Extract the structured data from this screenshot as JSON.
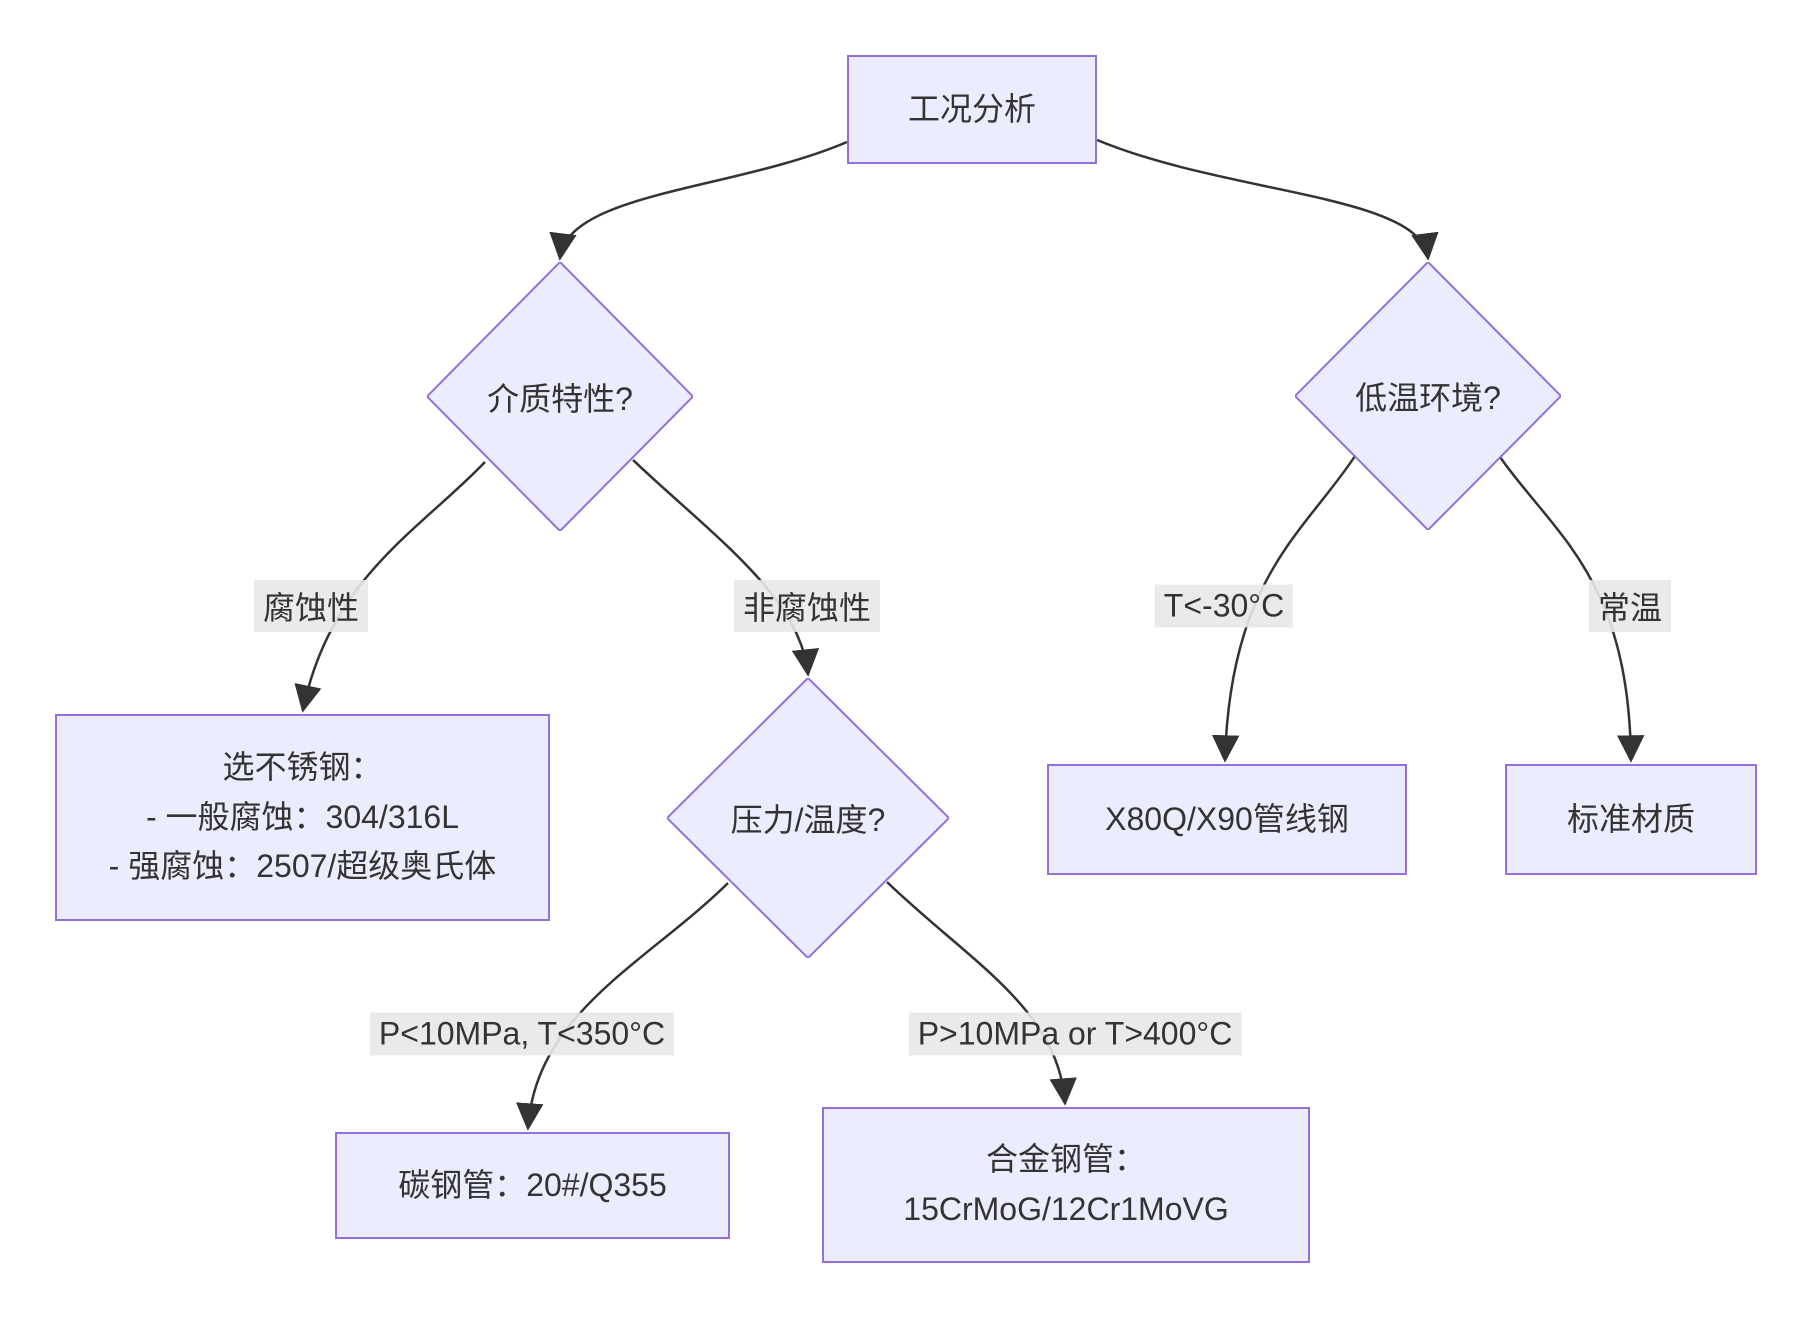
{
  "diagram": {
    "type": "flowchart",
    "direction": "top-down"
  },
  "nodes": {
    "analysis": {
      "label": "工况分析",
      "shape": "rect"
    },
    "medium": {
      "label": "介质特性?",
      "shape": "diamond"
    },
    "low_temp_env": {
      "label": "低温环境?",
      "shape": "diamond"
    },
    "pressure_temp": {
      "label": "压力/温度?",
      "shape": "diamond"
    },
    "stainless": {
      "shape": "rect",
      "lines": [
        "选不锈钢：",
        "- 一般腐蚀：304/316L",
        "- 强腐蚀：2507/超级奥氏体"
      ]
    },
    "pipeline_steel": {
      "label": "X80Q/X90管线钢",
      "shape": "rect"
    },
    "standard_material": {
      "label": "标准材质",
      "shape": "rect"
    },
    "carbon_steel": {
      "label": "碳钢管：20#/Q355",
      "shape": "rect"
    },
    "alloy_steel": {
      "shape": "rect",
      "lines": [
        "合金钢管：",
        "15CrMoG/12Cr1MoVG"
      ]
    }
  },
  "edge_labels": {
    "corrosive": "腐蚀性",
    "non_corrosive": "非腐蚀性",
    "low_temp": "T<-30°C",
    "normal_temp": "常温",
    "low_pressure_temp": "P<10MPa, T<350°C",
    "high_pressure_temp": "P>10MPa or T>400°C"
  },
  "colors": {
    "node_fill": "#ECECFF",
    "node_border": "#9370DB",
    "edge_stroke": "#333333",
    "edge_label_bg": "#E8E8E8",
    "text": "#333333",
    "background": "#FFFFFF"
  }
}
